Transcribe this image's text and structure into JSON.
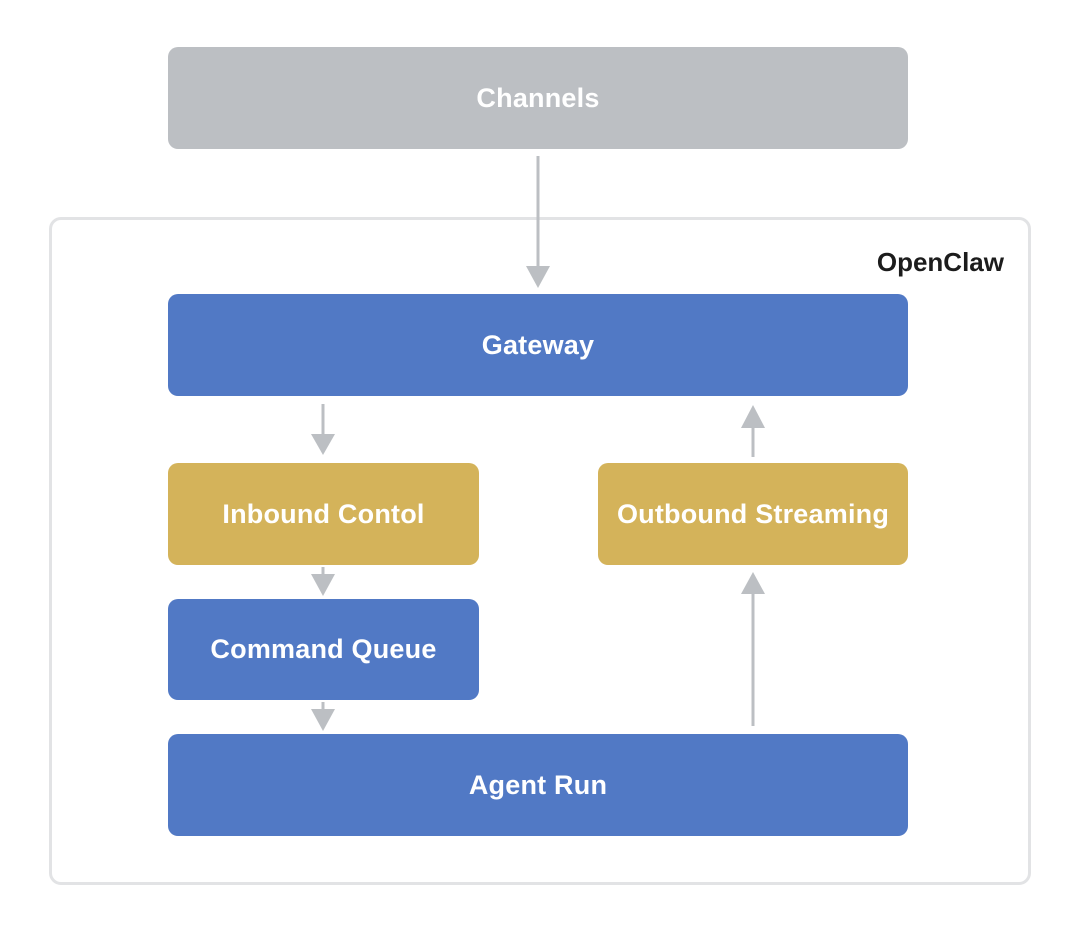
{
  "group": {
    "label": "OpenClaw"
  },
  "nodes": {
    "channels": "Channels",
    "gateway": "Gateway",
    "inbound_control": "Inbound Contol",
    "outbound_streaming": "Outbound Streaming",
    "command_queue": "Command Queue",
    "agent_run": "Agent Run"
  },
  "edges": [
    {
      "from": "Channels",
      "to": "Gateway"
    },
    {
      "from": "Gateway",
      "to": "Inbound Contol"
    },
    {
      "from": "Inbound Contol",
      "to": "Command Queue"
    },
    {
      "from": "Command Queue",
      "to": "Agent Run"
    },
    {
      "from": "Agent Run",
      "to": "Outbound Streaming"
    },
    {
      "from": "Outbound Streaming",
      "to": "Gateway"
    }
  ],
  "colors": {
    "external_node": "#bcbfc3",
    "core_node": "#5179c5",
    "control_node": "#d4b35a",
    "arrow": "#bcbfc3",
    "group_border": "#e2e3e5",
    "node_text": "#ffffff"
  }
}
